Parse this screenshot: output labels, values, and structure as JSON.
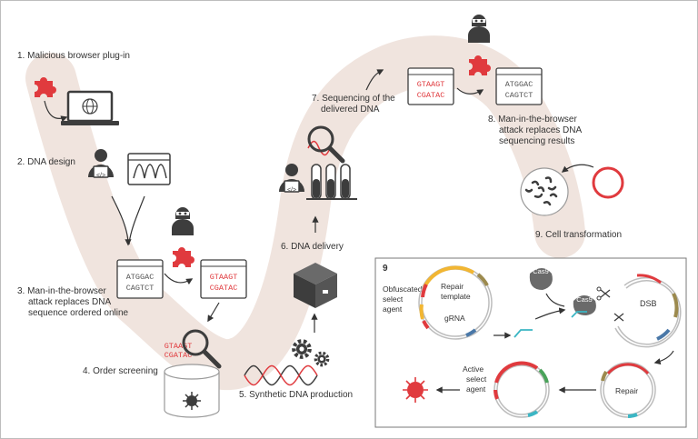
{
  "steps": {
    "s1": "1. Malicious browser plug-in",
    "s2": "2. DNA design",
    "s3": [
      "3. Man-in-the-browser",
      "attack replaces DNA",
      "sequence ordered online"
    ],
    "s4": "4. Order screening",
    "s5": "5. Synthetic DNA production",
    "s6": "6. DNA delivery",
    "s7": [
      "7. Sequencing of the",
      "delivered DNA"
    ],
    "s8": [
      "8. Man-in-the-browser",
      "attack replaces DNA",
      "sequencing results"
    ],
    "s9": "9. Cell transformation"
  },
  "sequences": {
    "ordered": [
      "ATGGAC",
      "CAGTCT"
    ],
    "malicious": [
      "GTAAGT",
      "CGATAC"
    ],
    "screened": [
      "GTAAGT",
      "CGATAC"
    ],
    "sequenced": [
      "GTAAGT",
      "CGATAC"
    ],
    "reported": [
      "ATGGAC",
      "CAGTCT"
    ]
  },
  "icons": {
    "code": "</>"
  },
  "inset": {
    "number": "9",
    "obfuscated": [
      "Obfuscated",
      "select",
      "agent"
    ],
    "repair_template": [
      "Repair",
      "template"
    ],
    "grna": "gRNA",
    "cas9": "Cas9",
    "cas9_bound": "Cas9",
    "dsb": "DSB",
    "repair": "Repair",
    "active": [
      "Active",
      "select",
      "agent"
    ]
  },
  "colors": {
    "path": "#f0e4de",
    "accent_red": "#e03a3e",
    "dark": "#3d3d3d",
    "yellow": "#f2b632",
    "olive": "#9c8a4e",
    "blue": "#4a78a8",
    "teal": "#3bb6c4",
    "green": "#4aa35a"
  }
}
